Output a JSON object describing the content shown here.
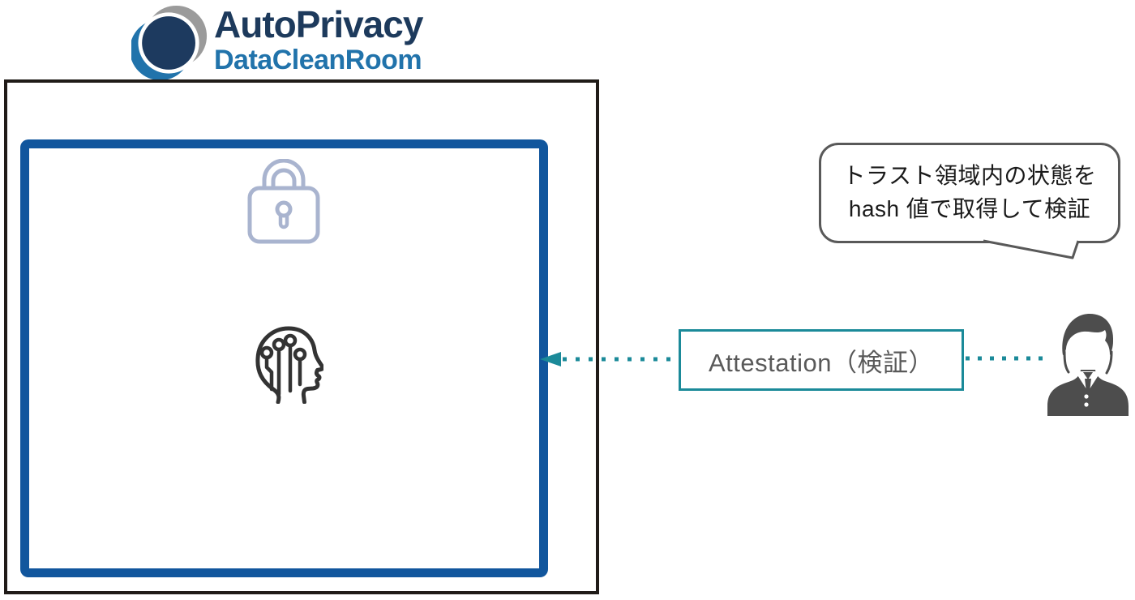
{
  "logo": {
    "title": "AutoPrivacy",
    "subtitle": "DataCleanRoom",
    "icon": "autoprivacy-logo-icon",
    "title_color": "#1d3a5c",
    "subtitle_color": "#2173ab",
    "icon_colors": {
      "navy": "#1d3a5f",
      "blue": "#2173ab",
      "gray": "#9b9b9b"
    }
  },
  "diagram": {
    "outer_box": {
      "border_color": "#201b18"
    },
    "trust_zone": {
      "border_color": "#11569d",
      "lock_icon": "lock-icon",
      "lock_color": "#a9b4cf",
      "ai_icon": "ai-head-icon",
      "ai_color": "#333333"
    },
    "callout": {
      "line1": "トラスト領域内の状態を",
      "line2": "hash 値で取得して検証",
      "border_color": "#595959",
      "text_color": "#1a1a1a"
    },
    "attestation": {
      "label": "Attestation（検証）",
      "border_color": "#1b8a99",
      "text_color": "#595959"
    },
    "connectors": {
      "color": "#1b8a99",
      "style": "dotted",
      "left_arrow_direction": "left",
      "right_line_direction": "none"
    },
    "user": {
      "icon": "businessman-icon",
      "color": "#4d4d4d"
    }
  }
}
